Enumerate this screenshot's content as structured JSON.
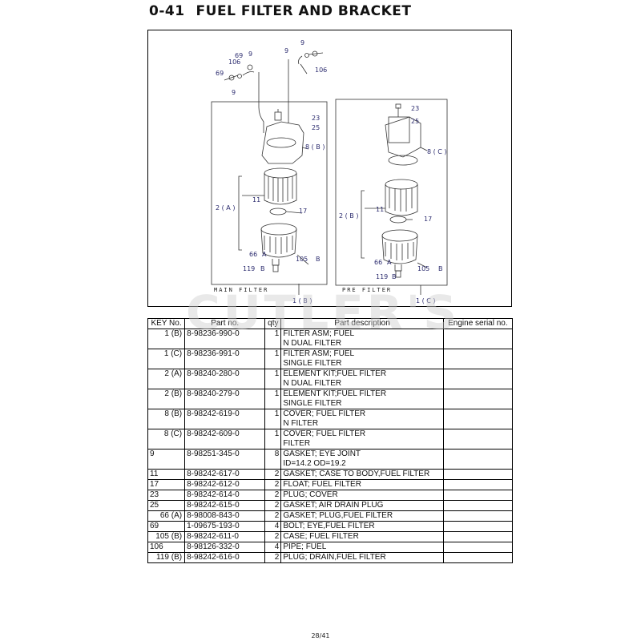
{
  "header": {
    "section": "0-41",
    "title": "FUEL FILTER AND BRACKET"
  },
  "diagram": {
    "main_caption": "MAIN FILTER",
    "pre_caption": "PRE FILTER",
    "main_ref": "1 ( B )",
    "pre_ref": "1 ( C )",
    "callouts": {
      "c69a": "69",
      "c9a": "9",
      "c106a": "106",
      "c9b": "9",
      "c69b": "69",
      "c9c": "9",
      "c106b": "106",
      "c9d": "9",
      "c23a": "23",
      "c25a": "25",
      "c8b": "8 ( B )",
      "c11a": "11",
      "c2a": "2 ( A )",
      "c17a": "17",
      "c66a": "66",
      "cA1": "A",
      "c105a": "105",
      "cB1": "B",
      "c119a": "119",
      "cB2": "B",
      "c23b": "23",
      "c25b": "25",
      "c8c": "8 ( C )",
      "c11b": "11",
      "c2b": "2 ( B )",
      "c17b": "17",
      "c66b": "66",
      "cA2": "A",
      "c105b": "105",
      "cB3": "B",
      "c119b": "119",
      "cB4": "B"
    }
  },
  "watermark": "CUTLER'S",
  "table": {
    "headers": [
      "KEY No.",
      "Part no.",
      "qty",
      "Part description",
      "Engine serial no."
    ],
    "rows": [
      {
        "key": "1 (B)",
        "part": "8-98236-990-0",
        "qty": "1",
        "desc": [
          "FILTER ASM; FUEL",
          "N DUAL FILTER"
        ]
      },
      {
        "key": "1 (C)",
        "part": "8-98236-991-0",
        "qty": "1",
        "desc": [
          "FILTER ASM; FUEL",
          " SINGLE FILTER"
        ]
      },
      {
        "key": "2 (A)",
        "part": "8-98240-280-0",
        "qty": "1",
        "desc": [
          "ELEMENT KIT;FUEL FILTER",
          "N DUAL FILTER"
        ]
      },
      {
        "key": "2 (B)",
        "part": "8-98240-279-0",
        "qty": "1",
        "desc": [
          "ELEMENT KIT;FUEL FILTER",
          " SINGLE FILTER"
        ]
      },
      {
        "key": "8 (B)",
        "part": "8-98242-619-0",
        "qty": "1",
        "desc": [
          "COVER; FUEL FILTER",
          "N FILTER"
        ]
      },
      {
        "key": "8 (C)",
        "part": "8-98242-609-0",
        "qty": "1",
        "desc": [
          "COVER; FUEL FILTER",
          " FILTER"
        ]
      },
      {
        "key": "9",
        "part": "8-98251-345-0",
        "qty": "8",
        "desc": [
          "GASKET; EYE JOINT",
          "ID=14.2 OD=19.2"
        ]
      },
      {
        "key": "11",
        "part": "8-98242-617-0",
        "qty": "2",
        "desc": [
          "GASKET; CASE TO BODY,FUEL FILTER"
        ]
      },
      {
        "key": "17",
        "part": "8-98242-612-0",
        "qty": "2",
        "desc": [
          "FLOAT; FUEL FILTER"
        ]
      },
      {
        "key": "23",
        "part": "8-98242-614-0",
        "qty": "2",
        "desc": [
          "PLUG; COVER"
        ]
      },
      {
        "key": "25",
        "part": "8-98242-615-0",
        "qty": "2",
        "desc": [
          "GASKET; AIR DRAIN PLUG"
        ]
      },
      {
        "key": "66 (A)",
        "part": "8-98008-843-0",
        "qty": "2",
        "desc": [
          "GASKET; PLUG,FUEL FILTER"
        ]
      },
      {
        "key": "69",
        "part": "1-09675-193-0",
        "qty": "4",
        "desc": [
          "BOLT; EYE,FUEL FILTER"
        ]
      },
      {
        "key": "105 (B)",
        "part": "8-98242-611-0",
        "qty": "2",
        "desc": [
          "CASE; FUEL FILTER"
        ]
      },
      {
        "key": "106",
        "part": "8-98126-332-0",
        "qty": "4",
        "desc": [
          "PIPE; FUEL"
        ]
      },
      {
        "key": "119 (B)",
        "part": "8-98242-616-0",
        "qty": "2",
        "desc": [
          "PLUG; DRAIN,FUEL FILTER"
        ]
      }
    ]
  },
  "footer": {
    "page": "28/41"
  }
}
